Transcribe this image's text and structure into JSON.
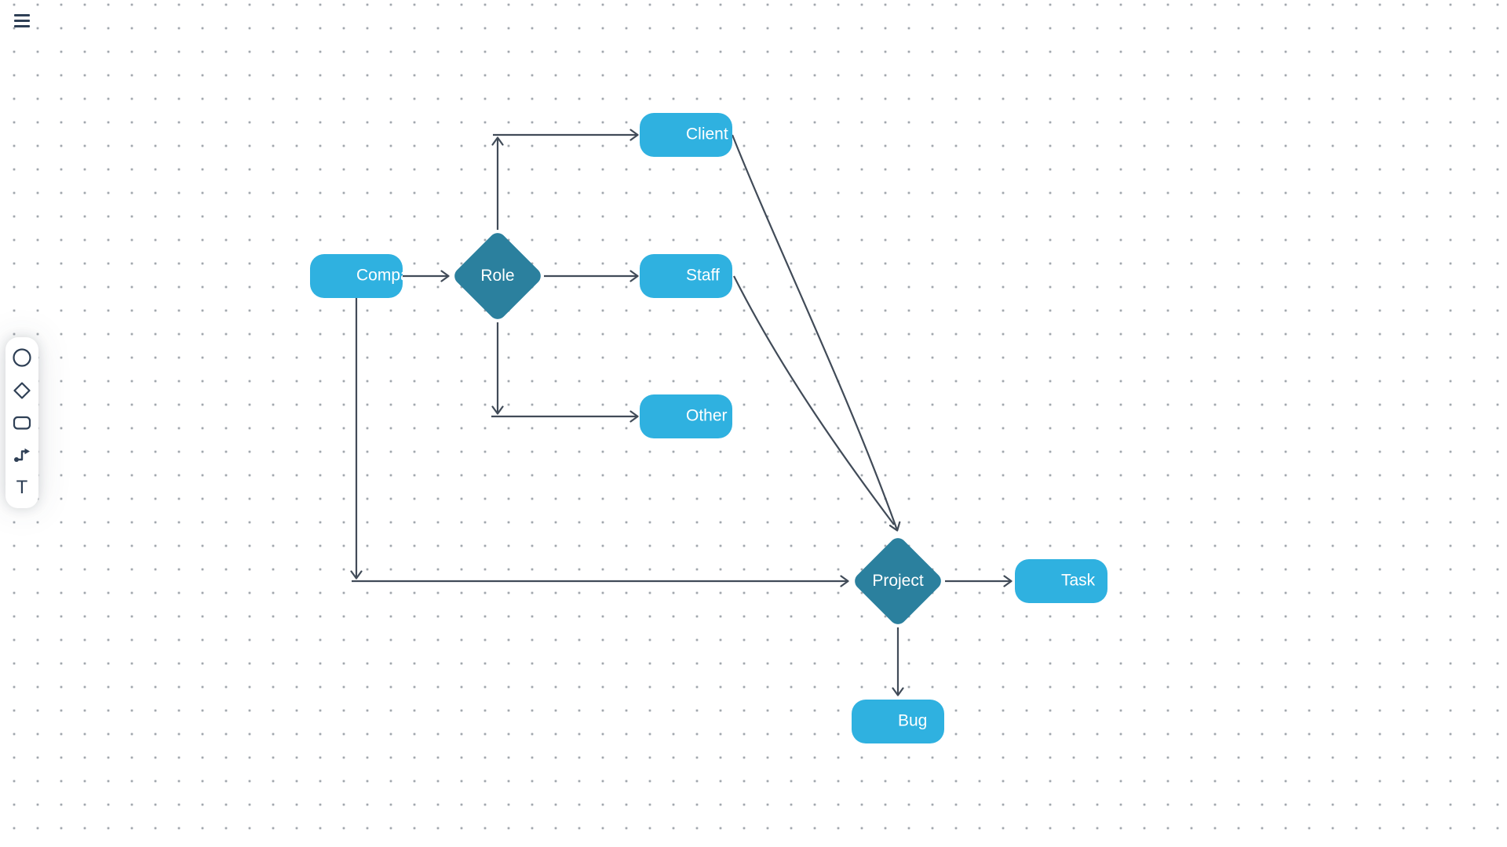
{
  "menu": {
    "icon": "hamburger-icon"
  },
  "toolbar": {
    "tools": [
      {
        "name": "circle-tool",
        "icon": "circle-icon"
      },
      {
        "name": "diamond-tool",
        "icon": "diamond-icon"
      },
      {
        "name": "rectangle-tool",
        "icon": "rectangle-icon"
      },
      {
        "name": "connector-tool",
        "icon": "connector-arrow-icon"
      },
      {
        "name": "text-tool",
        "icon": "text-icon",
        "glyph": "T"
      }
    ]
  },
  "diagram": {
    "nodes": {
      "company": {
        "label": "Company",
        "shape": "rounded-rect",
        "fill": "#2fb1e0"
      },
      "role": {
        "label": "Role",
        "shape": "diamond",
        "fill": "#2b809e"
      },
      "client": {
        "label": "Client",
        "shape": "rounded-rect",
        "fill": "#2fb1e0"
      },
      "staff": {
        "label": "Staff",
        "shape": "rounded-rect",
        "fill": "#2fb1e0"
      },
      "other": {
        "label": "Other",
        "shape": "rounded-rect",
        "fill": "#2fb1e0"
      },
      "project": {
        "label": "Project",
        "shape": "diamond",
        "fill": "#2b809e"
      },
      "task": {
        "label": "Task",
        "shape": "rounded-rect",
        "fill": "#2fb1e0"
      },
      "bug": {
        "label": "Bug",
        "shape": "rounded-rect",
        "fill": "#2fb1e0"
      }
    },
    "edges": [
      {
        "from": "company",
        "to": "role"
      },
      {
        "from": "role",
        "to": "client"
      },
      {
        "from": "role",
        "to": "staff"
      },
      {
        "from": "role",
        "to": "other"
      },
      {
        "from": "company",
        "to": "project"
      },
      {
        "from": "client",
        "to": "project"
      },
      {
        "from": "staff",
        "to": "project"
      },
      {
        "from": "project",
        "to": "task"
      },
      {
        "from": "project",
        "to": "bug"
      }
    ],
    "colors": {
      "edge": "#414b58",
      "rect_fill": "#2fb1e0",
      "diamond_fill": "#2b809e",
      "label_text": "#ffffff",
      "icon": "#2e3f55",
      "grid_dot": "#8e959c"
    }
  }
}
